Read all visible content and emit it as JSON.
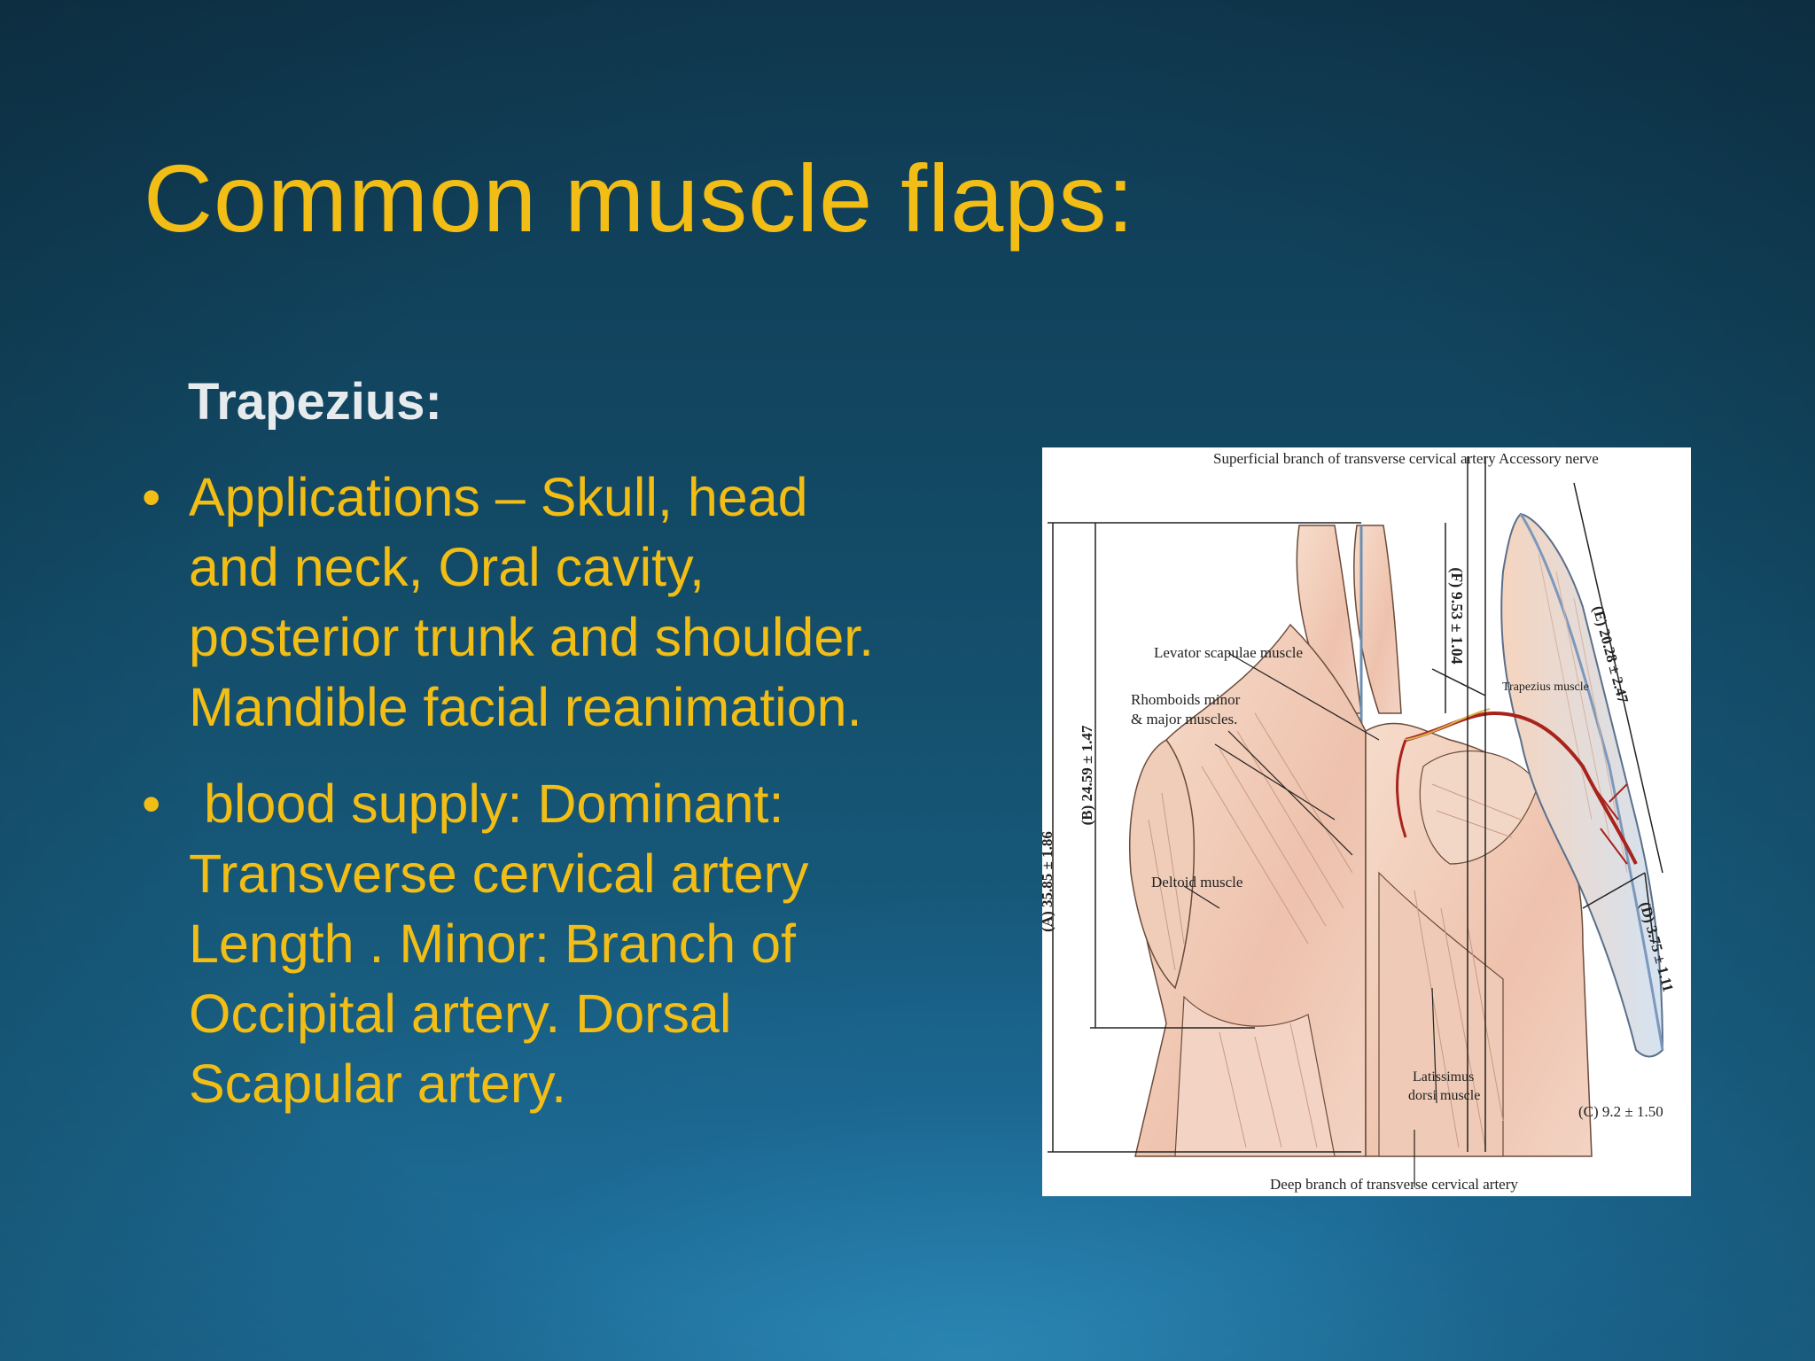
{
  "slide": {
    "title": "Common muscle flaps:",
    "subhead": "Trapezius:",
    "bullets": [
      {
        "marker": "•",
        "text": "Applications – Skull, head and neck, Oral cavity, posterior trunk and shoulder. Mandible facial reanimation."
      },
      {
        "marker": "•",
        "text": " blood supply: Dominant: Transverse cervical artery Length . Minor: Branch of Occipital artery. Dorsal Scapular artery."
      }
    ],
    "colors": {
      "title": "#f2bd15",
      "subhead": "#e8ebee",
      "background": "#124863"
    }
  },
  "figure": {
    "labels": {
      "superficial_branch": "Superficial branch of transverse cervical artery",
      "accessory_nerve": "Accessory nerve",
      "levator": "Levator scapulae muscle",
      "rhomboids_1": "Rhomboids minor",
      "rhomboids_2": "& major muscles.",
      "trapezius": "Trapezius muscle",
      "deltoid": "Deltoid muscle",
      "latissimus_1": "Latissimus",
      "latissimus_2": "dorsi muscle",
      "deep_branch": "Deep branch of transverse cervical artery",
      "dim_a": "(A) 35.85 ± 1.86",
      "dim_b": "(B) 24.59 ± 1.47",
      "dim_c": "(C) 9.2 ± 1.50",
      "dim_d": "(D) 3.75 ± 1.11",
      "dim_e": "(E) 20.28 ± 2.47",
      "dim_f": "(F) 9.53 ± 1.04"
    }
  }
}
